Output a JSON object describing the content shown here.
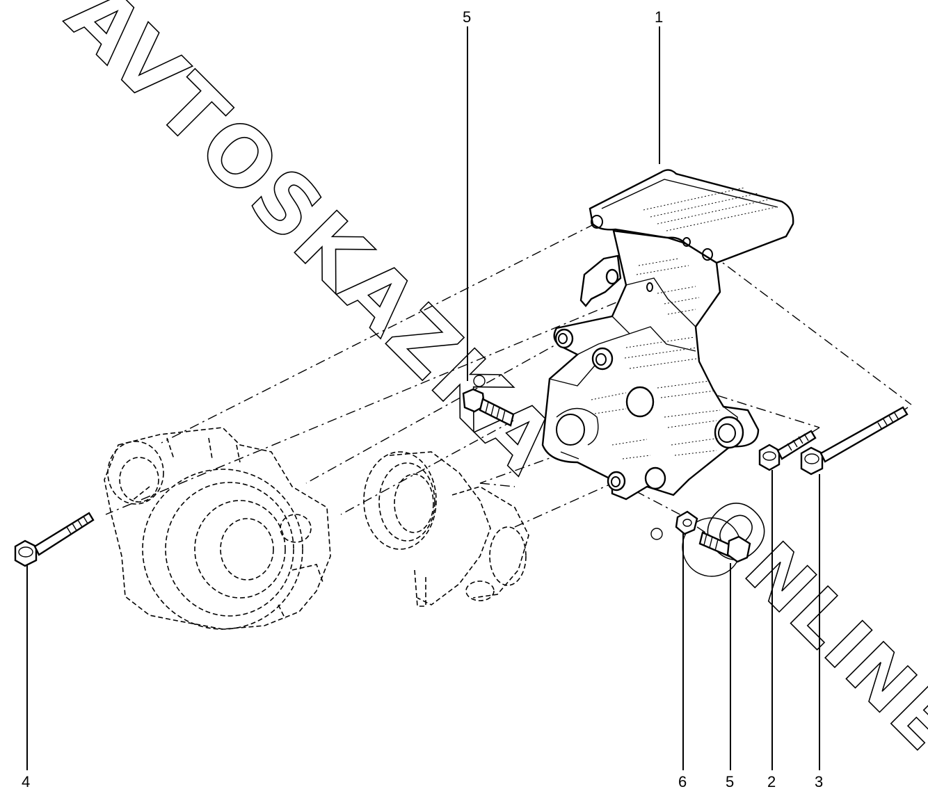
{
  "watermark": {
    "line1": "AVTOSKAZKA",
    "line2": "ONLINE"
  },
  "callouts": [
    {
      "id": "c1-top",
      "label": "1"
    },
    {
      "id": "c5-top",
      "label": "5"
    },
    {
      "id": "c4",
      "label": "4"
    },
    {
      "id": "c6",
      "label": "6"
    },
    {
      "id": "c5-bottom",
      "label": "5"
    },
    {
      "id": "c2",
      "label": "2"
    },
    {
      "id": "c3",
      "label": "3"
    }
  ],
  "parts": [
    {
      "number": "1",
      "depicts": "mounting-bracket"
    },
    {
      "number": "2",
      "depicts": "bolt"
    },
    {
      "number": "3",
      "depicts": "long-bolt"
    },
    {
      "number": "4",
      "depicts": "long-bolt"
    },
    {
      "number": "5",
      "depicts": "bolt"
    },
    {
      "number": "6",
      "depicts": "sleeve"
    }
  ]
}
